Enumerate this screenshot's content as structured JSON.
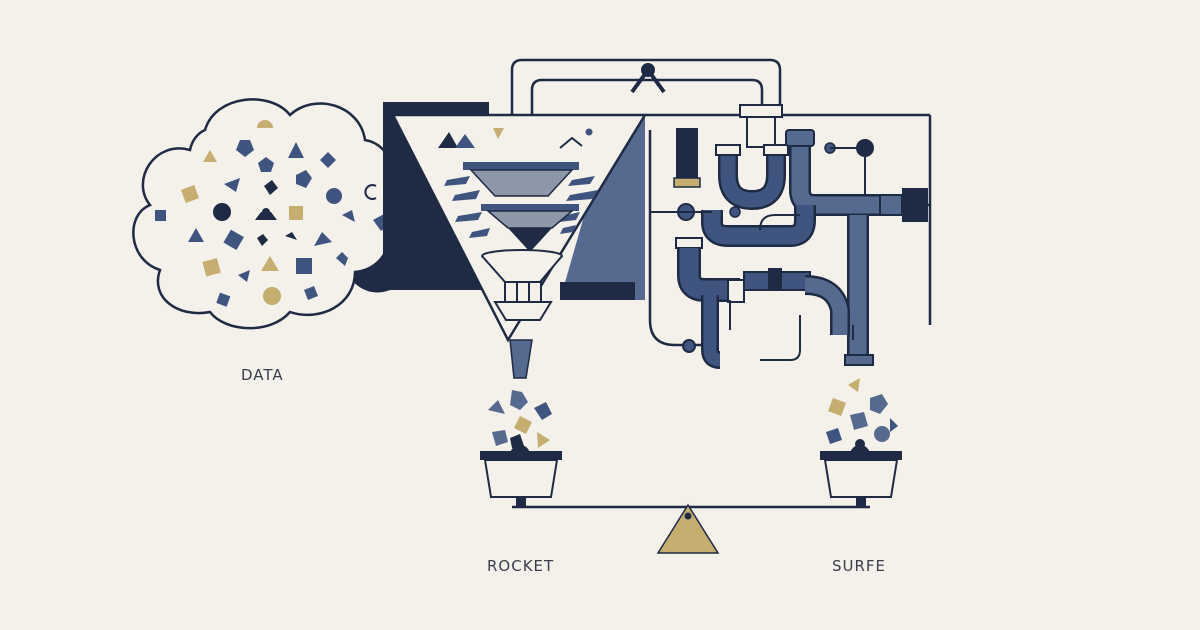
{
  "labels": {
    "data": "DATA",
    "rocket": "ROCKET",
    "surfe": "SURFE"
  },
  "colors": {
    "background": "#f3f1ea",
    "navy": "#1f2a44",
    "steel_blue": "#3f5580",
    "slate": "#56698f",
    "gold": "#c6ad70",
    "outline": "#1f2a44"
  }
}
